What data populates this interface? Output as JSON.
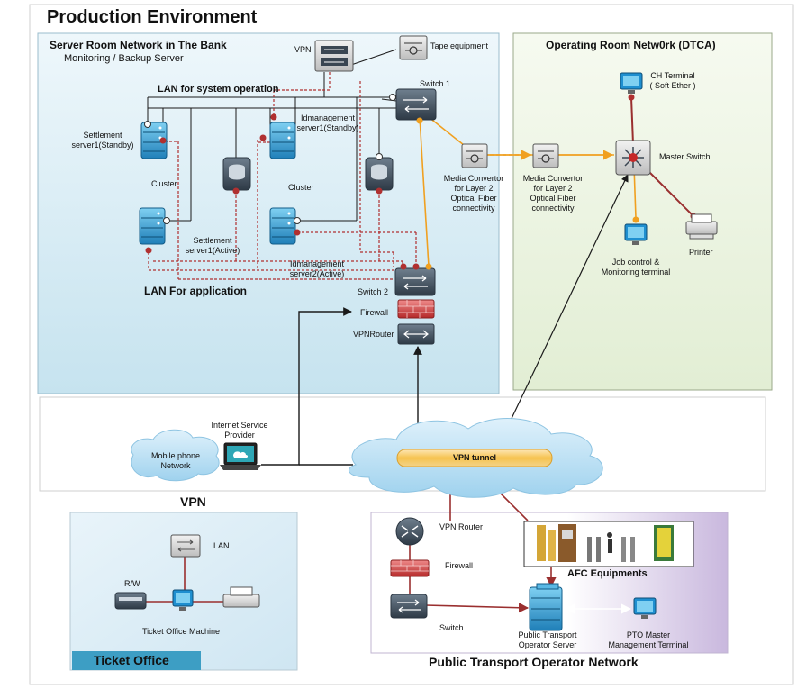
{
  "title": "Production Environment",
  "zones": {
    "server_room": {
      "title": "Server Room Network in The Bank",
      "subtitle": "Monitoring / Backup Server"
    },
    "operating_room": {
      "title": "Operating Room Netw0rk (DTCA)"
    },
    "vpn": {
      "title": "VPN"
    },
    "ticket_office": {
      "title": "Ticket Office"
    },
    "pto": {
      "title": "Public Transport Operator Network"
    }
  },
  "labels": {
    "lan_system": "LAN for system operation",
    "lan_app": "LAN For application",
    "vpn": "VPN",
    "tape": "Tape equipment",
    "switch1": "Switch 1",
    "switch2": "Switch 2",
    "firewall": "Firewall",
    "vpnrouter": "VPNRouter",
    "settle_standby": "Settlement\nserver1(Standby)",
    "settle_active": "Settlement\nserver1(Active)",
    "cluster1": "Cluster",
    "cluster2": "Cluster",
    "idm_standby": "Idmanagement\nserver1(Standby)",
    "idm_active": "Idmanagement\nserver2(Active)",
    "media1": "Media Convertor\nfor Layer 2\nOptical Fiber\nconnectivity",
    "media2": "Media Convertor\nfor Layer 2\nOptical Fiber\nconnectivity",
    "ch_terminal": "CH Terminal\n( Soft Ether )",
    "master_switch": "Master Switch",
    "job_control": "Job control &\nMonitoring terminal",
    "printer": "Printer",
    "isp": "Internet Service\nProvider",
    "mobile_network": "Mobile phone\nNetwork",
    "vpn_tunnel": "VPN tunnel",
    "lan": "LAN",
    "rw": "R/W",
    "ticket_machine": "Ticket Office Machine",
    "vpn_router": "VPN Router",
    "firewall_pto": "Firewall",
    "switch_pto": "Switch",
    "afc": "AFC Equipments",
    "pto_server": "Public Transport\nOperator Server",
    "pto_terminal": "PTO Master\nManagement Terminal"
  },
  "colors": {
    "server_room_bg": "#d9eef6",
    "operating_room_bg": "#eef6e4",
    "pto_bg": "#ddd3ea",
    "ticket_office_bg": "#dcecf5",
    "ticket_office_tab": "#3d9ec4",
    "link_dark_red": "#b03030",
    "link_orange": "#f0a020",
    "link_black": "#1a1a1a"
  }
}
